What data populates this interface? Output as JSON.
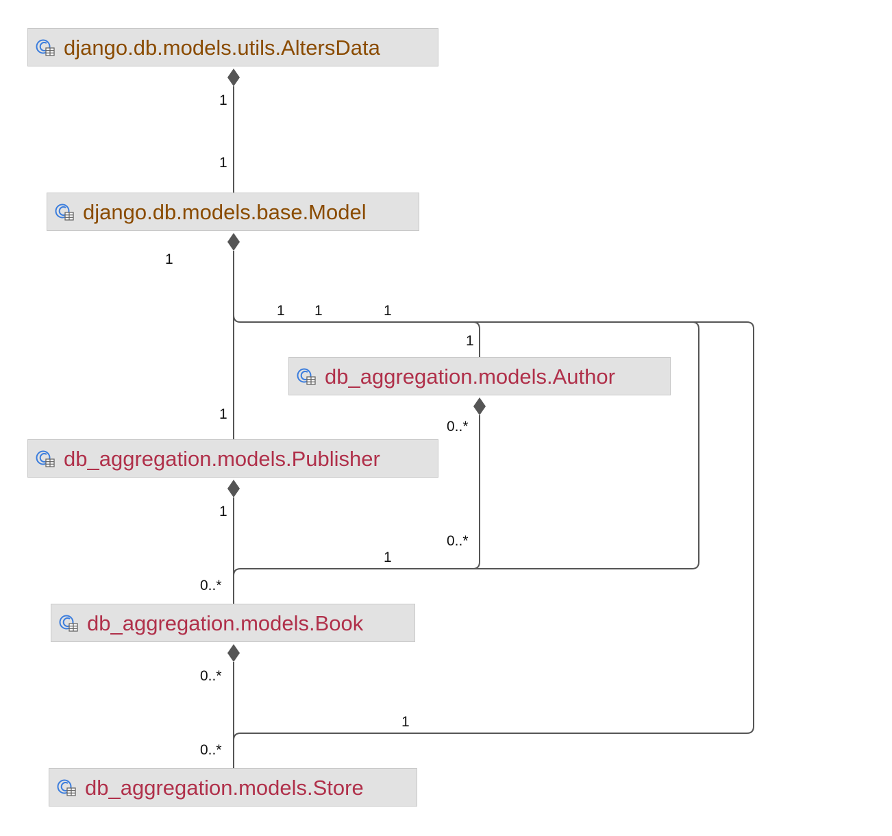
{
  "colors": {
    "external_class_text": "#8a4b00",
    "project_class_text": "#b0304a",
    "node_fill": "#e2e2e2",
    "node_border": "#c8c8c8",
    "edge": "#555555",
    "icon_blue": "#3b7ddd"
  },
  "icon": "class-table-icon",
  "classes": {
    "alters_data": "django.db.models.utils.AltersData",
    "model": "django.db.models.base.Model",
    "author": "db_aggregation.models.Author",
    "publisher": "db_aggregation.models.Publisher",
    "book": "db_aggregation.models.Book",
    "store": "db_aggregation.models.Store"
  },
  "relations": {
    "altersdata_model": {
      "source": "1",
      "target": "1"
    },
    "model_publisher": {
      "source": "1",
      "target": "1"
    },
    "model_author": {
      "source": "1",
      "target": "1"
    },
    "model_book": {
      "source": "1",
      "target": "1"
    },
    "model_store": {
      "source": "1",
      "target": "1"
    },
    "publisher_book": {
      "source": "1",
      "target": "0..*"
    },
    "author_book": {
      "source": "0..*",
      "target": "0..*"
    },
    "book_store": {
      "source": "0..*",
      "target": "0..*"
    }
  }
}
